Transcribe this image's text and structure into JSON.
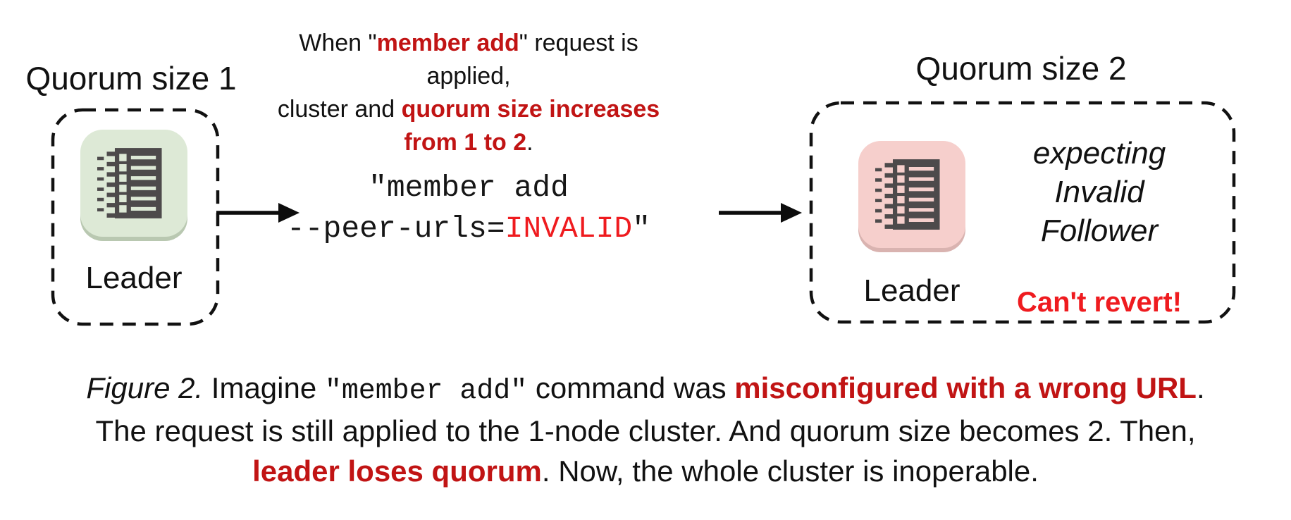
{
  "colors": {
    "red_bold": "#c11414",
    "red_bright": "#ef1b1f",
    "node_green": "#dde9d6",
    "node_green_shadow": "#b9c8b1",
    "node_pink": "#f6cfcc",
    "node_pink_shadow": "#d9b3b0",
    "icon_dark": "#4d4a4b"
  },
  "left_panel": {
    "title": "Quorum size 1",
    "node_label": "Leader"
  },
  "center": {
    "heading_line1": [
      {
        "t": "When \"",
        "c": ""
      },
      {
        "t": "member add",
        "c": "rb"
      },
      {
        "t": "\" request is applied,",
        "c": ""
      }
    ],
    "heading_line2": [
      {
        "t": "cluster and ",
        "c": ""
      },
      {
        "t": "quorum size increases",
        "c": "rb"
      }
    ],
    "heading_line3": [
      {
        "t": "from 1 to 2",
        "c": "rb"
      },
      {
        "t": ".",
        "c": ""
      }
    ],
    "command_line1": [
      {
        "t": "\"member add",
        "c": ""
      }
    ],
    "command_line2": [
      {
        "t": "--peer-urls=",
        "c": ""
      },
      {
        "t": "INVALID",
        "c": "mono-red"
      },
      {
        "t": "\"",
        "c": ""
      }
    ]
  },
  "right_panel": {
    "title": "Quorum size 2",
    "node_label": "Leader",
    "expecting_lines": [
      "expecting",
      "Invalid",
      "Follower"
    ],
    "warning": "Can't revert!"
  },
  "caption": {
    "line1": [
      {
        "t": "Figure 2.",
        "c": "it"
      },
      {
        "t": " Imagine ",
        "c": ""
      },
      {
        "t": "\"member add\"",
        "c": "mono-small"
      },
      {
        "t": " command was ",
        "c": ""
      },
      {
        "t": "misconfigured with a wrong URL",
        "c": "rb"
      },
      {
        "t": ".",
        "c": ""
      }
    ],
    "line2": [
      {
        "t": "The request is still applied to the 1-node cluster. And quorum size becomes 2. Then,",
        "c": ""
      }
    ],
    "line3": [
      {
        "t": "leader loses quorum",
        "c": "rb"
      },
      {
        "t": ". Now, the whole cluster is inoperable.",
        "c": ""
      }
    ]
  }
}
